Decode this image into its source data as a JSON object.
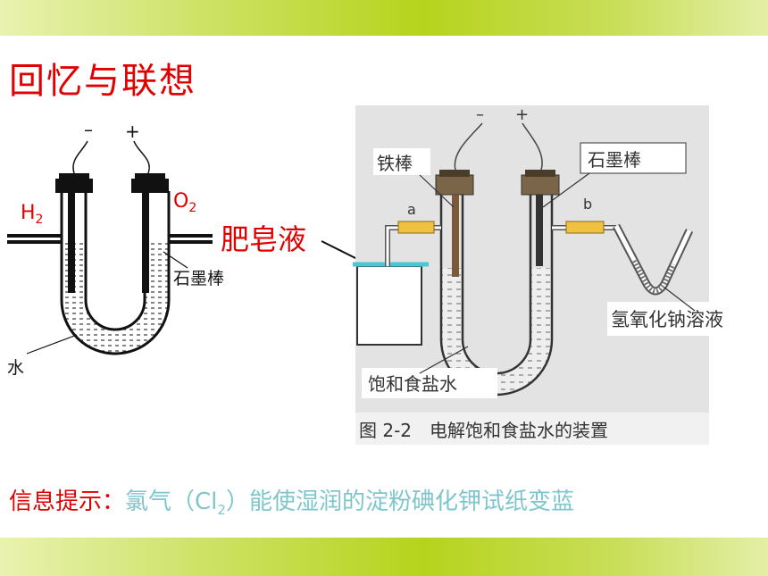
{
  "title": "回忆与联想",
  "left_apparatus": {
    "minus": "–",
    "plus": "+",
    "h2": "H",
    "h2_sub": "2",
    "o2": "O",
    "o2_sub": "2",
    "graphite": "石墨棒",
    "water": "水"
  },
  "soap": "肥皂液",
  "right_apparatus": {
    "minus": "–",
    "plus": "+",
    "iron_rod": "铁棒",
    "graphite_rod": "石墨棒",
    "label_a": "a",
    "label_b": "b",
    "naoh": "氢氧化钠溶液",
    "brine": "饱和食盐水",
    "caption_fig": "图 2-2",
    "caption_text": "电解饱和食盐水的装置"
  },
  "hint": {
    "label": "信息提示：",
    "text_before": "氯气（Cl",
    "sub": "2",
    "text_after": "）能使湿润的淀粉碘化钾试纸变蓝"
  },
  "colors": {
    "title_red": "#e00000",
    "hint_cyan": "#7fc6cc",
    "band_green": "#b6d31c"
  }
}
